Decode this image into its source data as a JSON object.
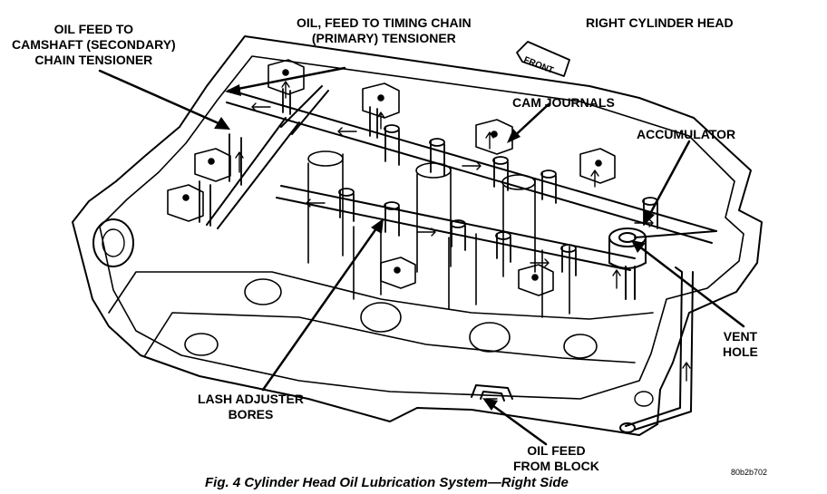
{
  "title": "RIGHT CYLINDER HEAD",
  "front_tag": "FRONT",
  "labels": {
    "secondary_tensioner_feed": [
      "OIL FEED TO",
      "CAMSHAFT (SECONDARY)",
      "CHAIN TENSIONER"
    ],
    "primary_tensioner_feed": [
      "OIL, FEED TO TIMING CHAIN",
      "(PRIMARY) TENSIONER"
    ],
    "cam_journals": "CAM JOURNALS",
    "accumulator": "ACCUMULATOR",
    "vent_hole": [
      "VENT",
      "HOLE"
    ],
    "lash_adjuster_bores": [
      "LASH ADJUSTER",
      "BORES"
    ],
    "oil_feed_from_block": [
      "OIL FEED",
      "FROM BLOCK"
    ]
  },
  "reference_code": "80b2b702",
  "caption": "Fig. 4 Cylinder Head Oil Lubrication System—Right Side"
}
